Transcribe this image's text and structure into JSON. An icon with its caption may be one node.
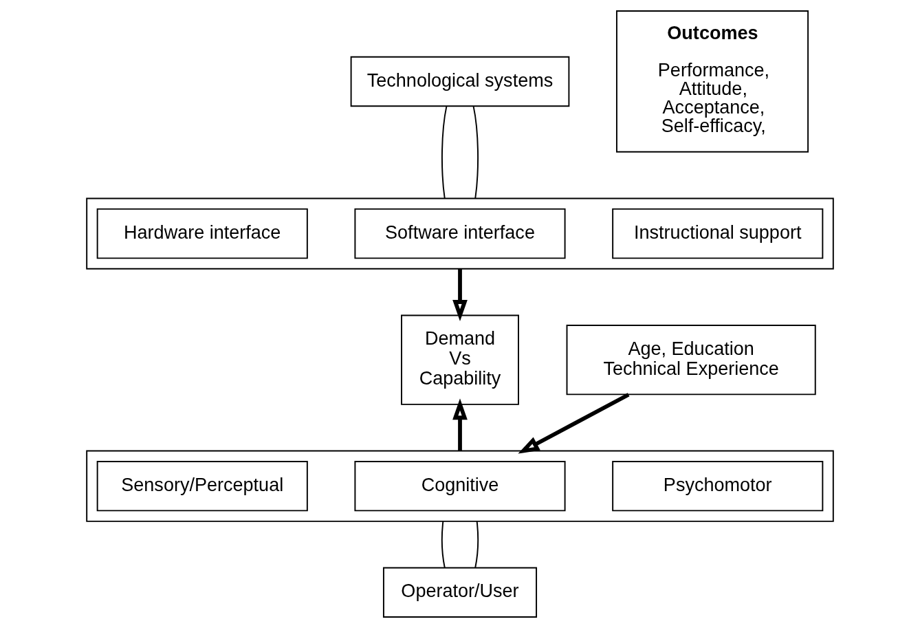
{
  "diagram": {
    "nodes": [
      {
        "text": [
          "Technological systems"
        ]
      },
      {
        "text": [],
        "shape": "box"
      },
      {
        "text": [
          "Hardware interface"
        ],
        "in": 1
      },
      {
        "text": [
          "Software interface"
        ],
        "in": 1
      },
      {
        "text": [
          "Instructional support"
        ],
        "in": 1
      },
      {
        "text": [
          "Outcomes",
          "Performance, Attitude, Acceptance, Self-efficacy,"
        ]
      },
      {
        "text": [
          "Demand",
          "Vs",
          "Capability"
        ]
      },
      {
        "text": [
          "Age, Education",
          "Technical Experience"
        ]
      },
      {
        "text": [],
        "shape": "box"
      },
      {
        "text": [
          "Sensory/Perceptual"
        ],
        "in": 8
      },
      {
        "text": [
          "Cognitive"
        ],
        "in": 8
      },
      {
        "text": [
          "Psychomotor"
        ],
        "in": 8
      },
      {
        "text": [
          "Operator/User"
        ]
      }
    ],
    "edges": [
      {
        "from": 0,
        "to": 1,
        "arrow": "none"
      },
      {
        "from": 0,
        "to": 1,
        "arrow": "none"
      },
      {
        "from": 1,
        "to": 6,
        "arrow": "to",
        "style": "thick"
      },
      {
        "from": 8,
        "to": 6,
        "arrow": "to",
        "style": "thick"
      },
      {
        "from": 7,
        "to": 8,
        "arrow": "to",
        "style": "thick"
      },
      {
        "from": 12,
        "to": 8,
        "arrow": "none"
      },
      {
        "from": 12,
        "to": 8,
        "arrow": "none"
      }
    ]
  }
}
